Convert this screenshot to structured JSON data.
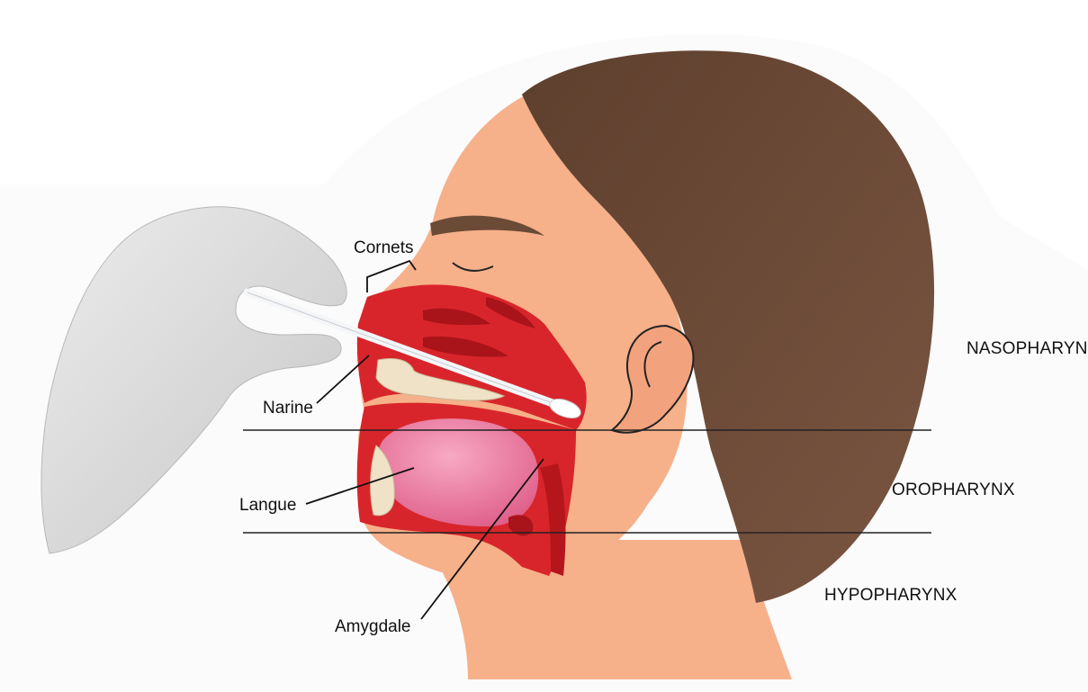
{
  "labels": {
    "cornets": "Cornets",
    "narine": "Narine",
    "langue": "Langue",
    "amygdale": "Amygdale"
  },
  "regions": {
    "nasopharynx": "NASOPHARYNX",
    "oropharynx": "OROPHARYNX",
    "hypopharynx": "HYPOPHARYNX"
  },
  "colors": {
    "skin": "#f6b08a",
    "skin_shadow": "#e89a73",
    "hair": "#6b4a36",
    "tissue_red": "#d8252b",
    "tissue_dark": "#a8141a",
    "tongue_pink": "#e56d95",
    "bone": "#efe2c6",
    "glove": "#d8d8d8",
    "swab": "#f4f6f8"
  }
}
